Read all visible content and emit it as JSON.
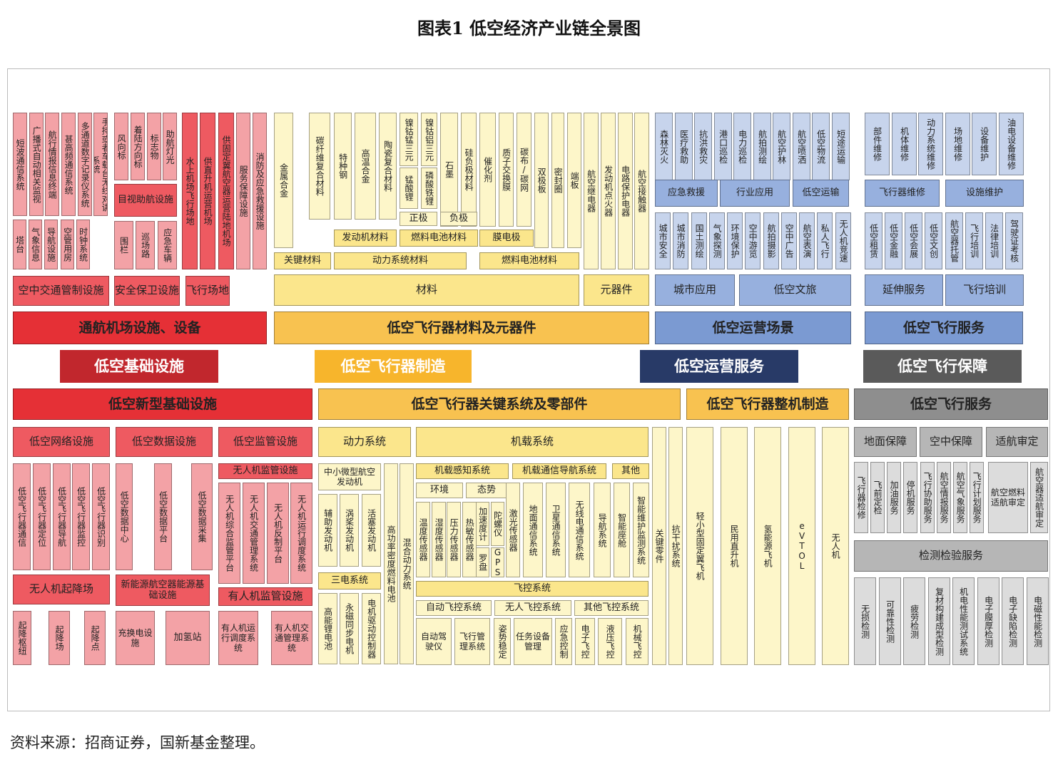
{
  "title": "图表1  低空经济产业链全景图",
  "source": "资料来源：招商证券，国新基金整理。",
  "cats": [
    "低空基础设施",
    "低空飞行器制造",
    "低空运营服务",
    "低空飞行保障"
  ],
  "top": {
    "nav": {
      "cols": [
        "短波通信系统",
        "广播式自动相关监视",
        "航行情报信息终端",
        "甚高频通信系统",
        "多通道数字记录仪系统",
        "手持或者车载台无线对讲系统"
      ],
      "small": [
        "塔台",
        "气象信息",
        "导航设施",
        "空管用房",
        "时钟系统"
      ],
      "airport_cols": [
        "风向标",
        "着陆方向标",
        "标志物",
        "助航灯光"
      ],
      "visual": "目视助航设施",
      "safety": [
        "围栏",
        "巡场路",
        "应急车辆"
      ],
      "site_cols": [
        "水上机场飞行场地",
        "供直升机运营机场",
        "供固定翼航空器运营陆地机场"
      ],
      "service": "服务保障设施",
      "fire": "消防及应急救援设施",
      "atc": "空中交通管制设施",
      "sec": "安全保卫设施",
      "field": "飞行场地",
      "main": "通航机场设施、设备"
    },
    "mat": {
      "cols": [
        "金属合金",
        "碳纤维复合材料",
        "特种钢",
        "高温合金",
        "陶瓷复合材料",
        "镍钴锰三元",
        "镍钴铝三元",
        "石墨",
        "硅负极材料",
        "催化剂",
        "质子交换膜",
        "碳布/碳网",
        "双极板",
        "密封圈",
        "端板"
      ],
      "mn": "锰酸锂",
      "fp": "磷酸铁锂",
      "zj": "正极",
      "fj": "负极",
      "engine": "发动机材料",
      "fcmat": "燃料电池材料",
      "membrane": "膜电极",
      "key": "关键材料",
      "power": "动力系统材料",
      "fuel": "燃料电池材料",
      "material": "材料",
      "comp_cols": [
        "航空继电器",
        "发动机点火器",
        "电路保护电器",
        "航空接触器"
      ],
      "comp": "元器件",
      "main": "低空飞行器材料及元器件"
    },
    "ops": {
      "row1": [
        "森林灭火",
        "医疗救助",
        "抗洪救灾",
        "港口巡检",
        "电力巡检",
        "航拍测绘",
        "航空护林",
        "航空喷洒",
        "低空物流",
        "短途运输"
      ],
      "row1b": [
        "应急救援",
        "行业应用",
        "低空运输"
      ],
      "row2": [
        "城市安全",
        "城市消防",
        "国土测绘",
        "气象探测",
        "环境保护",
        "空中游览",
        "航拍摄影",
        "空中广告",
        "航空表演",
        "私人飞行",
        "无人机竞速"
      ],
      "row2b": [
        "城市应用",
        "低空文旅"
      ],
      "main": "低空运营场景"
    },
    "svc": {
      "row1": [
        "部件维修",
        "机体维修",
        "动力系统维修",
        "场地维修",
        "设备维护",
        "油电设备维修"
      ],
      "row1b": [
        "飞行器维修",
        "设施维护"
      ],
      "row2": [
        "低空租赁",
        "低空金融",
        "低空会展",
        "低空文创",
        "航空器托管",
        "飞行培训",
        "法律培训",
        "驾驶证考核"
      ],
      "row2b": [
        "延伸服务",
        "飞行培训"
      ],
      "main": "低空飞行服务"
    }
  },
  "bottom": {
    "infra": {
      "main": "低空新型基础设施",
      "net": "低空网络设施",
      "data": "低空数据设施",
      "sup": "低空监管设施",
      "net_cols": [
        "低空飞行器通信",
        "低空飞行器定位",
        "低空飞行器导航",
        "低空飞行器监控",
        "低空飞行器识别"
      ],
      "data_cols": [
        "低空数据中心",
        "低空数据平台",
        "低空数据采集"
      ],
      "uav_sup": "无人机监管设施",
      "uav_cols": [
        "无人机综合监管平台",
        "无人机交通管理系统",
        "无人机反制平台",
        "无人机运行调度系统"
      ],
      "uav_site": "无人机起降场",
      "ne": "新能源航空器能源基础设施",
      "manned": "有人机监管设施",
      "site_cols": [
        "起降枢纽",
        "起降场",
        "起降点"
      ],
      "charge": "充换电设施",
      "h2": "加氢站",
      "man_cols": [
        "有人机运行调度系统",
        "有人机交通管理系统"
      ]
    },
    "key": {
      "main": "低空飞行器关键系统及零部件",
      "power": "动力系统",
      "board": "机载系统",
      "engine": "中小微型航空发动机",
      "eng_cols": [
        "辅助发动机",
        "涡桨发动机",
        "活塞发动机"
      ],
      "three": "三电系统",
      "three_cols": [
        "高能锂电池",
        "永磁同步电机",
        "电机驱动控制器"
      ],
      "fc": "高功率密度燃料电池",
      "hybrid": "混合动力系统",
      "sense": "机载感知系统",
      "comm": "机载通信导航系统",
      "other": "其他",
      "env": "环境",
      "att": "态势",
      "sensor_cols": [
        "温度传感器",
        "湿度传感器",
        "压力传感器",
        "热敏传感器"
      ],
      "acc": "加速度计",
      "gyro": "陀螺仪",
      "lgyro": "罗盘",
      "gps": "GPS",
      "laser": "激光传感器",
      "comm_cols": [
        "地面通信系统",
        "卫星通信系统",
        "无线电通信系统",
        "导航系统"
      ],
      "other_cols": [
        "智能座舱",
        "智能维护监测系统"
      ],
      "fcs": "飞控系统",
      "auto": "自动飞控系统",
      "uavfc": "无人飞控系统",
      "ofc": "其他飞控系统",
      "fcs_cols": [
        "自动驾驶仪",
        "飞行管理系统",
        "姿势稳定",
        "任务设备管理",
        "应急控制",
        "电子飞控",
        "液压飞控",
        "机械飞控"
      ],
      "kparts": "关键零件",
      "anti": "抗干扰系统"
    },
    "whole": {
      "main": "低空飞行器整机制造",
      "cols": [
        "轻小型固定翼飞机",
        "民用直升机",
        "氢能源飞机",
        "eVTOL",
        "无人机"
      ]
    },
    "fly": {
      "main": "低空飞行服务",
      "ground": "地面保障",
      "air": "空中保障",
      "cert": "适航审定",
      "cols": [
        "飞行器检修",
        "飞前定检",
        "加油服务",
        "停机服务",
        "飞行协助服务",
        "航空情报服务",
        "航空气象服务",
        "飞行计划服务"
      ],
      "cert_a": "航空燃料适航审定",
      "cert_b": "航空器适航审定",
      "test": "检测检验服务",
      "test_cols": [
        "无损检测",
        "可靠性检测",
        "疲劳检测",
        "复材构建成型检测",
        "机电性能测试系统",
        "电子膜厚检测",
        "电子缺陷检测",
        "电磁性能检测"
      ]
    }
  }
}
